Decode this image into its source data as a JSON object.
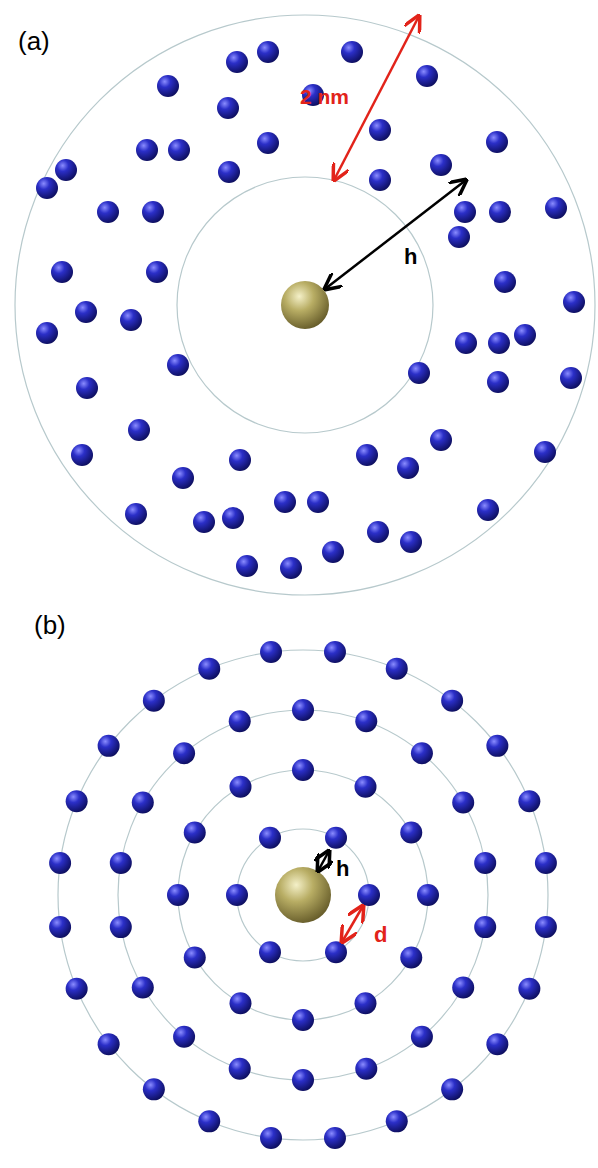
{
  "diagram": {
    "labels": [
      "(a)",
      "2 nm",
      "h",
      "(b)",
      "h",
      "d"
    ]
  }
}
